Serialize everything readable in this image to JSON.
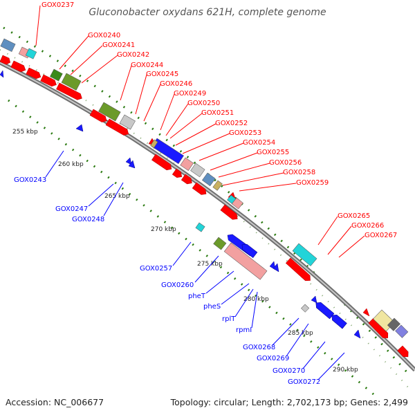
{
  "title": "Gluconobacter oxydans 621H, complete genome",
  "footer": {
    "accession": "Accession: NC_006677",
    "summary": "Topology: circular; Length: 2,702,173 bp; Genes: 2,499"
  },
  "colors": {
    "forward_label": "#ff0000",
    "reverse_label": "#0000ff",
    "backbone": "#808080",
    "tick": "#2a7a10",
    "cds": "#ff0000",
    "cds_reverse": "#0000ff",
    "cog_green": "#6b9a2a",
    "cog_pink": "#f2a0a0",
    "cog_cyan": "#22d4d8",
    "cog_gray": "#c8c8c8",
    "cog_steel": "#5f8fc0",
    "cog_blue": "#1a1aff",
    "cog_olive": "#c8b060",
    "cog_yellow": "#f0e6a0",
    "cog_purple": "#8080e0"
  },
  "scale_labels": [
    {
      "text": "255 kbp"
    },
    {
      "text": "260 kbp"
    },
    {
      "text": "265 kbp"
    },
    {
      "text": "270 kbp"
    },
    {
      "text": "275 kbp"
    },
    {
      "text": "280 kbp"
    },
    {
      "text": "285 kbp"
    },
    {
      "text": "290 kbp"
    }
  ],
  "forward_labels": [
    {
      "text": "GOX0237"
    },
    {
      "text": "GOX0240"
    },
    {
      "text": "GOX0241"
    },
    {
      "text": "GOX0242"
    },
    {
      "text": "GOX0244"
    },
    {
      "text": "GOX0245"
    },
    {
      "text": "GOX0246"
    },
    {
      "text": "GOX0249"
    },
    {
      "text": "GOX0250"
    },
    {
      "text": "GOX0251"
    },
    {
      "text": "GOX0252"
    },
    {
      "text": "GOX0253"
    },
    {
      "text": "GOX0254"
    },
    {
      "text": "GOX0255"
    },
    {
      "text": "GOX0256"
    },
    {
      "text": "GOX0258"
    },
    {
      "text": "GOX0259"
    },
    {
      "text": "GOX0265"
    },
    {
      "text": "GOX0266"
    },
    {
      "text": "GOX0267"
    }
  ],
  "reverse_labels": [
    {
      "text": "GOX0243"
    },
    {
      "text": "GOX0247"
    },
    {
      "text": "GOX0248"
    },
    {
      "text": "GOX0257"
    },
    {
      "text": "GOX0260"
    },
    {
      "text": "pheT"
    },
    {
      "text": "pheS"
    },
    {
      "text": "rplT"
    },
    {
      "text": "rpmI"
    },
    {
      "text": "GOX0268"
    },
    {
      "text": "GOX0269"
    },
    {
      "text": "GOX0270"
    },
    {
      "text": "GOX0272"
    }
  ]
}
